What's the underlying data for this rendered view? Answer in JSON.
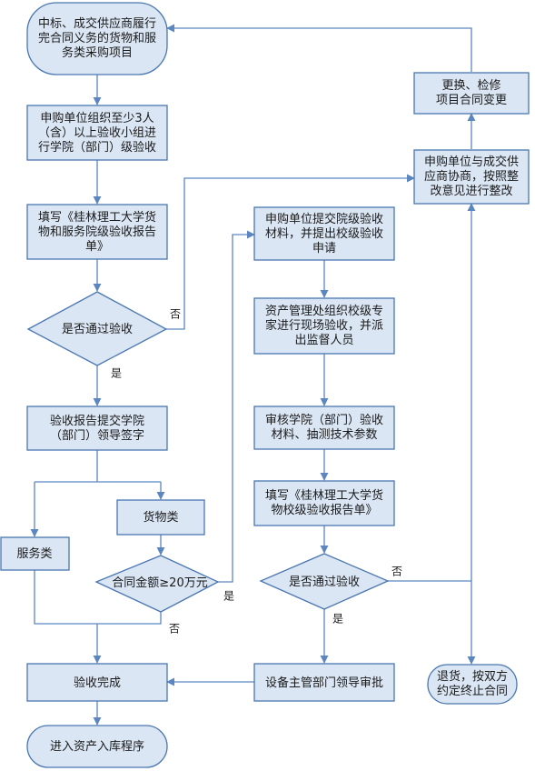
{
  "nodes": {
    "start": [
      "中标、成交供应商履行",
      "完合同义务的货物和服",
      "务类采购项目"
    ],
    "group": [
      "申购单位组织至少3人",
      "（含）以上验收小组进",
      "行学院（部门）级验收"
    ],
    "fill1": [
      "填写《桂林理工大学货",
      "物和服务院级验收报告",
      "单》"
    ],
    "decide1": [
      "是否通过验收"
    ],
    "sign": [
      "验收报告提交学院",
      "（部门）领导签字"
    ],
    "goods": [
      "货物类"
    ],
    "service": [
      "服务类"
    ],
    "amount": [
      "合同金额≥20万元"
    ],
    "complete": [
      "验收完成"
    ],
    "storage": [
      "进入资产入库程序"
    ],
    "submit": [
      "申购单位提交院级验收",
      "材料，并提出校级验收",
      "申请"
    ],
    "assets": [
      "资产管理处组织校级专",
      "家进行现场验收，并派",
      "出监督人员"
    ],
    "review": [
      "审核学院（部门）验收",
      "材料、抽测技术参数"
    ],
    "fill2": [
      "填写《桂林理工大学货",
      "物校级验收报告单》"
    ],
    "decide2": [
      "是否通过验收"
    ],
    "approve": [
      "设备主管部门领导审批"
    ],
    "replace": [
      "更换、检修",
      "项目合同变更"
    ],
    "negotiate": [
      "申购单位与成交供",
      "应商协商，按照整",
      "改意见进行整改"
    ],
    "terminate": [
      "退货，按双方",
      "约定终止合同"
    ]
  },
  "edge_labels": {
    "no1": "否",
    "yes1": "是",
    "yes_amount": "是",
    "no_amount": "否",
    "no2": "否",
    "yes2": "是"
  },
  "colors": {
    "fill": "#dbe6f4",
    "stroke": "#4a76b0",
    "line": "#5b86c0"
  }
}
